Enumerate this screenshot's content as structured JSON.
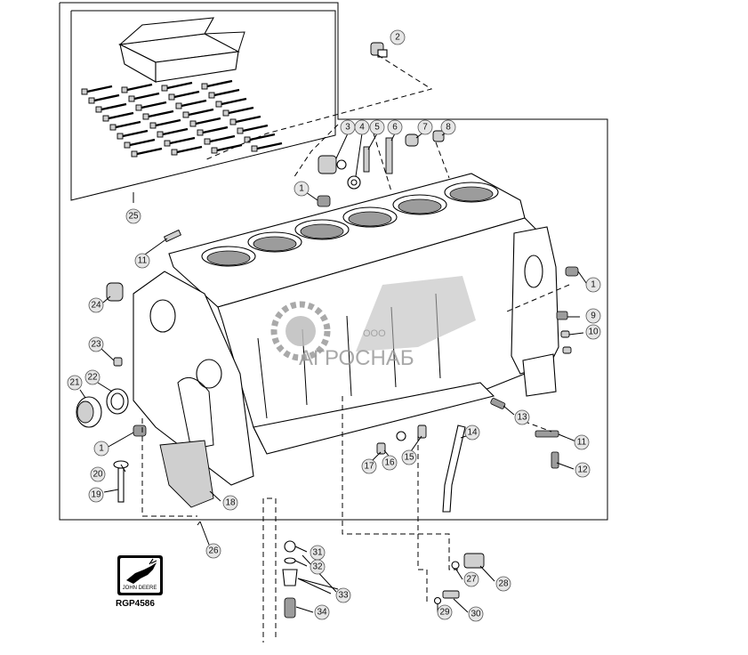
{
  "diagram": {
    "reference_code": "RGP4586",
    "logo": {
      "brand_text": "JOHN DEERE",
      "icon": "leaping-deer-icon"
    },
    "watermark": {
      "line1": "ООО",
      "line2": "АГРОСНАБ"
    },
    "callouts": [
      {
        "id": "c2",
        "label": "2"
      },
      {
        "id": "c3",
        "label": "3"
      },
      {
        "id": "c4",
        "label": "4"
      },
      {
        "id": "c5",
        "label": "5"
      },
      {
        "id": "c6",
        "label": "6"
      },
      {
        "id": "c7",
        "label": "7"
      },
      {
        "id": "c8",
        "label": "8"
      },
      {
        "id": "c1a",
        "label": "1"
      },
      {
        "id": "c25",
        "label": "25"
      },
      {
        "id": "c11a",
        "label": "11"
      },
      {
        "id": "c24",
        "label": "24"
      },
      {
        "id": "c1b",
        "label": "1"
      },
      {
        "id": "c9",
        "label": "9"
      },
      {
        "id": "c10",
        "label": "10"
      },
      {
        "id": "c23",
        "label": "23"
      },
      {
        "id": "c21",
        "label": "21"
      },
      {
        "id": "c22",
        "label": "22"
      },
      {
        "id": "c13",
        "label": "13"
      },
      {
        "id": "c14",
        "label": "14"
      },
      {
        "id": "c11b",
        "label": "11"
      },
      {
        "id": "c1c",
        "label": "1"
      },
      {
        "id": "c15",
        "label": "15"
      },
      {
        "id": "c16",
        "label": "16"
      },
      {
        "id": "c17",
        "label": "17"
      },
      {
        "id": "c12",
        "label": "12"
      },
      {
        "id": "c20",
        "label": "20"
      },
      {
        "id": "c19",
        "label": "19"
      },
      {
        "id": "c18",
        "label": "18"
      },
      {
        "id": "c26",
        "label": "26"
      },
      {
        "id": "c31",
        "label": "31"
      },
      {
        "id": "c32",
        "label": "32"
      },
      {
        "id": "c33",
        "label": "33"
      },
      {
        "id": "c27",
        "label": "27"
      },
      {
        "id": "c28",
        "label": "28"
      },
      {
        "id": "c34",
        "label": "34"
      },
      {
        "id": "c29",
        "label": "29"
      },
      {
        "id": "c30",
        "label": "30"
      }
    ]
  }
}
